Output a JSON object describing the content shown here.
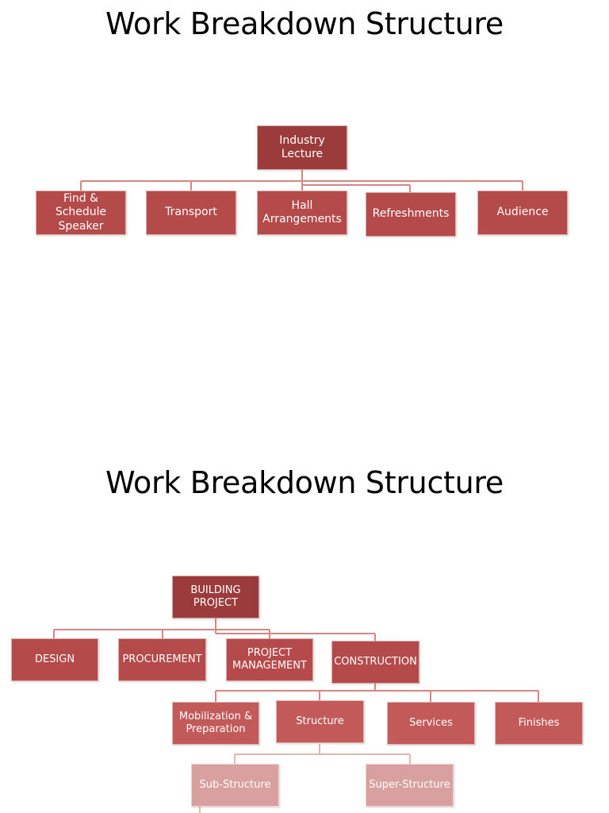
{
  "slides": [
    {
      "title": "Work Breakdown Structure",
      "root": "Industry Lecture",
      "children": [
        "Find & Schedule Speaker",
        "Transport",
        "Hall Arrangements",
        "Refreshments",
        "Audience"
      ]
    },
    {
      "title": "Work Breakdown Structure",
      "root": "BUILDING PROJECT",
      "children": [
        "DESIGN",
        "PROCUREMENT",
        "PROJECT MANAGEMENT",
        "CONSTRUCTION"
      ],
      "construction_children": [
        "Mobilization & Preparation",
        "Structure",
        "Services",
        "Finishes"
      ],
      "structure_children": [
        "Sub-Structure",
        "Super-Structure"
      ]
    }
  ],
  "colors": {
    "root": "#9b3b3b",
    "level_1": "#b44a4a",
    "level_2": "#c25a5a",
    "level_3": "#d9a0a0",
    "connector": "#d98585"
  }
}
